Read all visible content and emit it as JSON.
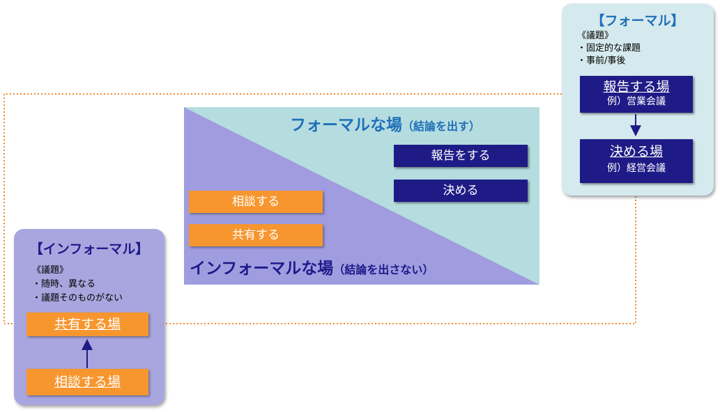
{
  "formal_panel": {
    "title": "【フォーマル】",
    "agenda_heading": "《議題》",
    "agenda_items": [
      "・固定的な課題",
      "・事前/事後"
    ],
    "report_box": {
      "title": "報告する場",
      "example": "例）営業会議"
    },
    "decide_box": {
      "title": "決める場",
      "example": "例）経営会議"
    }
  },
  "informal_panel": {
    "title": "【インフォーマル】",
    "agenda_heading": "《議題》",
    "agenda_items": [
      "・随時、異なる",
      "・議題そのものがない"
    ],
    "share_box": {
      "title": "共有する場"
    },
    "consult_box": {
      "title": "相談する場"
    }
  },
  "center": {
    "formal_title": "フォーマルな場",
    "formal_note": "（結論を出す）",
    "informal_title": "インフォーマルな場",
    "informal_note": "（結論を出さない）",
    "formal_actions": [
      "報告をする",
      "決める"
    ],
    "informal_actions": [
      "相談する",
      "共有する"
    ]
  },
  "colors": {
    "navy": "#1f1b86",
    "orange": "#f7962f",
    "formal_bg": "#d5eaee",
    "informal_bg": "#a9a6df",
    "field_formal": "#b5dde0",
    "field_informal": "#9f9ddf",
    "formal_title": "#1f6fb8",
    "informal_title": "#1e1a8a",
    "connector": "#f08a2e"
  }
}
